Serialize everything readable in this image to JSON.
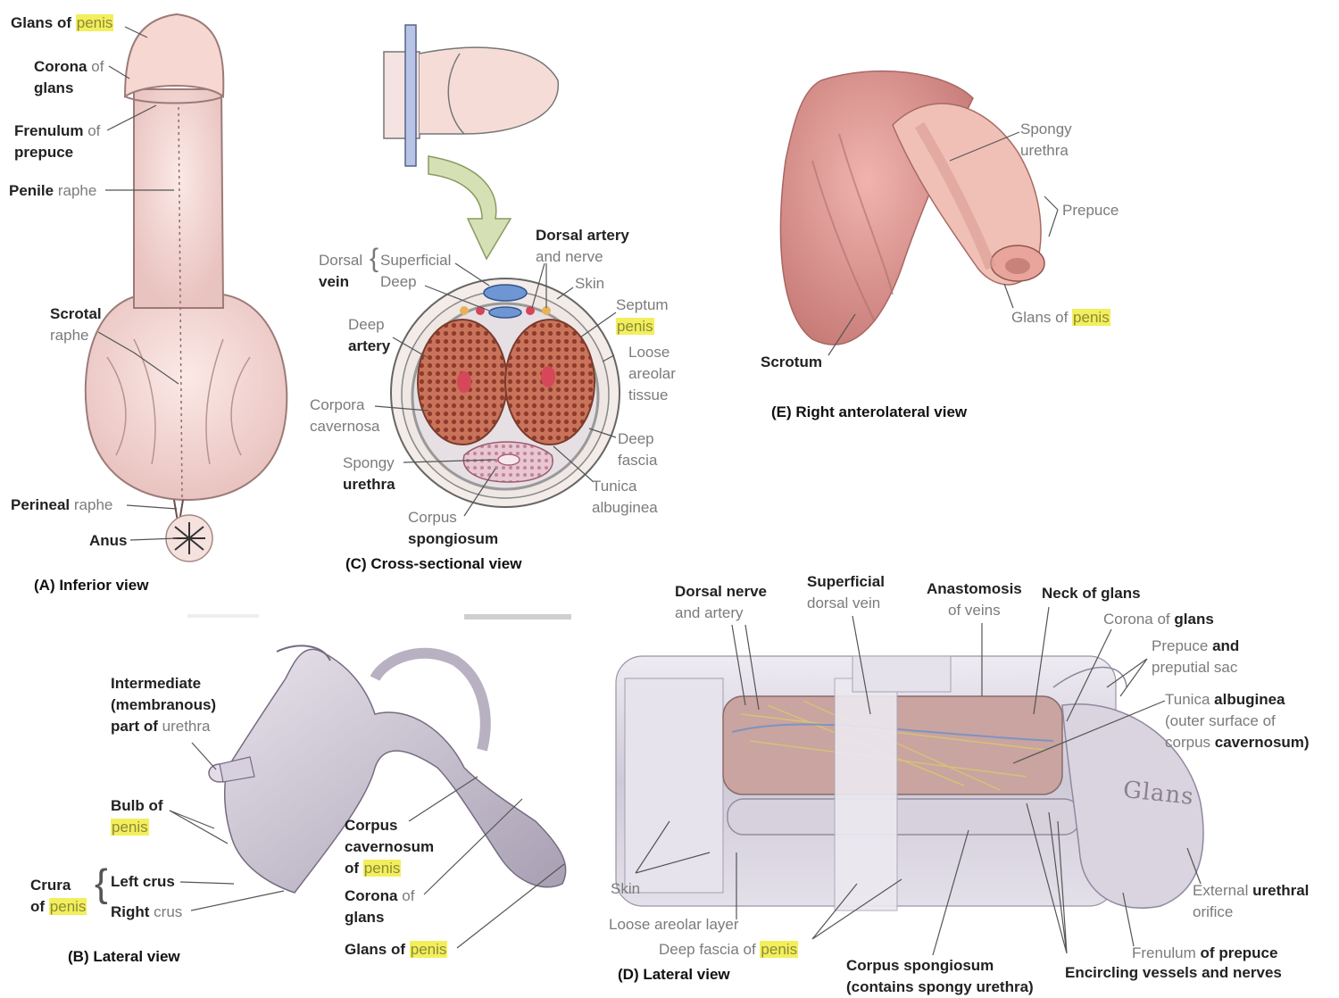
{
  "panels": {
    "a": {
      "caption": "(A) Inferior view",
      "labels": {
        "glans_1": "Glans of",
        "glans_2": "penis",
        "corona_1": "Corona",
        "corona_2": "of",
        "corona_3": "glans",
        "frenulum_1": "Frenulum",
        "frenulum_2": "of",
        "frenulum_3": "prepuce",
        "penile_raphe_1": "Penile",
        "penile_raphe_2": "raphe",
        "scrotal_raphe_1": "Scrotal",
        "scrotal_raphe_2": "raphe",
        "perineal_raphe_1": "Perineal",
        "perineal_raphe_2": "raphe",
        "anus": "Anus"
      }
    },
    "b": {
      "caption": "(B) Lateral view",
      "labels": {
        "intermediate_1": "Intermediate",
        "intermediate_2": "(membranous)",
        "intermediate_3": "part of",
        "intermediate_4": "urethra",
        "bulb_1": "Bulb of",
        "bulb_2": "penis",
        "crura_1": "Crura",
        "crura_2": "of",
        "crura_3": "penis",
        "left_crus": "Left crus",
        "right_crus_1": "Right",
        "right_crus_2": "crus",
        "cc_1": "Corpus",
        "cc_2": "cavernosum",
        "cc_3": "of",
        "cc_4": "penis",
        "corona_1": "Corona",
        "corona_2": "of",
        "corona_3": "glans",
        "glans_1": "Glans of",
        "glans_2": "penis"
      }
    },
    "c": {
      "caption": "(C) Cross-sectional view",
      "labels": {
        "dorsal_vein_1": "Dorsal",
        "dorsal_vein_2": "vein",
        "superficial": "Superficial",
        "deep": "Deep",
        "dorsal_artery_1": "Dorsal artery",
        "dorsal_artery_2": "and nerve",
        "skin": "Skin",
        "septum_1": "Septum",
        "septum_2": "penis",
        "deep_artery_1": "Deep",
        "deep_artery_2": "artery",
        "loose_1": "Loose",
        "loose_2": "areolar",
        "loose_3": "tissue",
        "corpora_1": "Corpora",
        "corpora_2": "cavernosa",
        "deep_fascia_1": "Deep",
        "deep_fascia_2": "fascia",
        "spongy_1": "Spongy",
        "spongy_2": "urethra",
        "tunica_1": "Tunica",
        "tunica_2": "albuginea",
        "cs_1": "Corpus",
        "cs_2": "spongiosum"
      }
    },
    "d": {
      "caption": "(D) Lateral view",
      "labels": {
        "dorsal_nerve_1": "Dorsal nerve",
        "dorsal_nerve_2": "and artery",
        "superficial_1": "Superficial",
        "superficial_2": "dorsal vein",
        "anastomosis_1": "Anastomosis",
        "anastomosis_2": "of veins",
        "neck": "Neck of glans",
        "corona_1": "Corona of",
        "corona_2": "glans",
        "prepuce_1": "Prepuce",
        "prepuce_2": "and",
        "prepuce_3": "preputial sac",
        "tunica_1": "Tunica",
        "tunica_2": "albuginea",
        "tunica_3": "(outer surface of",
        "tunica_4": "corpus",
        "tunica_5": "cavernosum)",
        "skin": "Skin",
        "loose": "Loose areolar layer",
        "deep_fascia_1": "Deep fascia of",
        "deep_fascia_2": "penis",
        "cs_1": "Corpus spongiosum",
        "cs_2": "(contains spongy urethra)",
        "external_1": "External",
        "external_2": "urethral",
        "external_3": "orifice",
        "frenulum_1": "Frenulum",
        "frenulum_2": "of prepuce",
        "encircling": "Encircling vessels and nerves",
        "glans_word": "Glans"
      }
    },
    "e": {
      "caption": "(E) Right anterolateral view",
      "labels": {
        "spongy_1": "Spongy",
        "spongy_2": "urethra",
        "prepuce": "Prepuce",
        "glans_1": "Glans of",
        "glans_2": "penis",
        "scrotum": "Scrotum"
      }
    }
  },
  "colors": {
    "skin": "#f0ccc8",
    "skin_dark": "#c98f8c",
    "tissue": "#d8d4de",
    "cavernosum": "#b8614a",
    "vein": "#5a7fc0",
    "artery": "#c0392b",
    "highlight": "#f3ef5c",
    "arrow": "#c8d6a0"
  }
}
